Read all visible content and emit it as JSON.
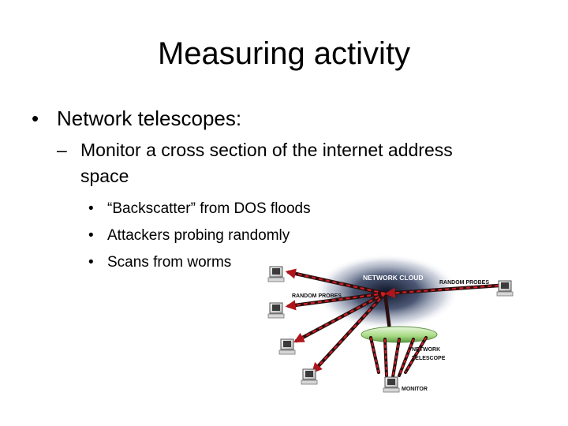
{
  "slide": {
    "title": "Measuring activity",
    "bullet": "Network telescopes:",
    "sub_bullet_line1": "Monitor a cross section of the internet address",
    "sub_bullet_line2": "space",
    "sub_sub_bullets": [
      "“Backscatter” from DOS floods",
      "Attackers probing randomly",
      "Scans from worms"
    ]
  },
  "diagram": {
    "labels": {
      "network_cloud": "NETWORK CLOUD",
      "random_probes_right": "RANDOM PROBES",
      "random_probes_left": "RANDOM PROBES",
      "network_telescope_line1": "NETWORK",
      "network_telescope_line2": "TELESCOPE",
      "monitor": "MONITOR"
    },
    "colors": {
      "cloud": "#1f2a44",
      "arrow": "#b0151b",
      "telescope": "#9bd37a"
    }
  }
}
